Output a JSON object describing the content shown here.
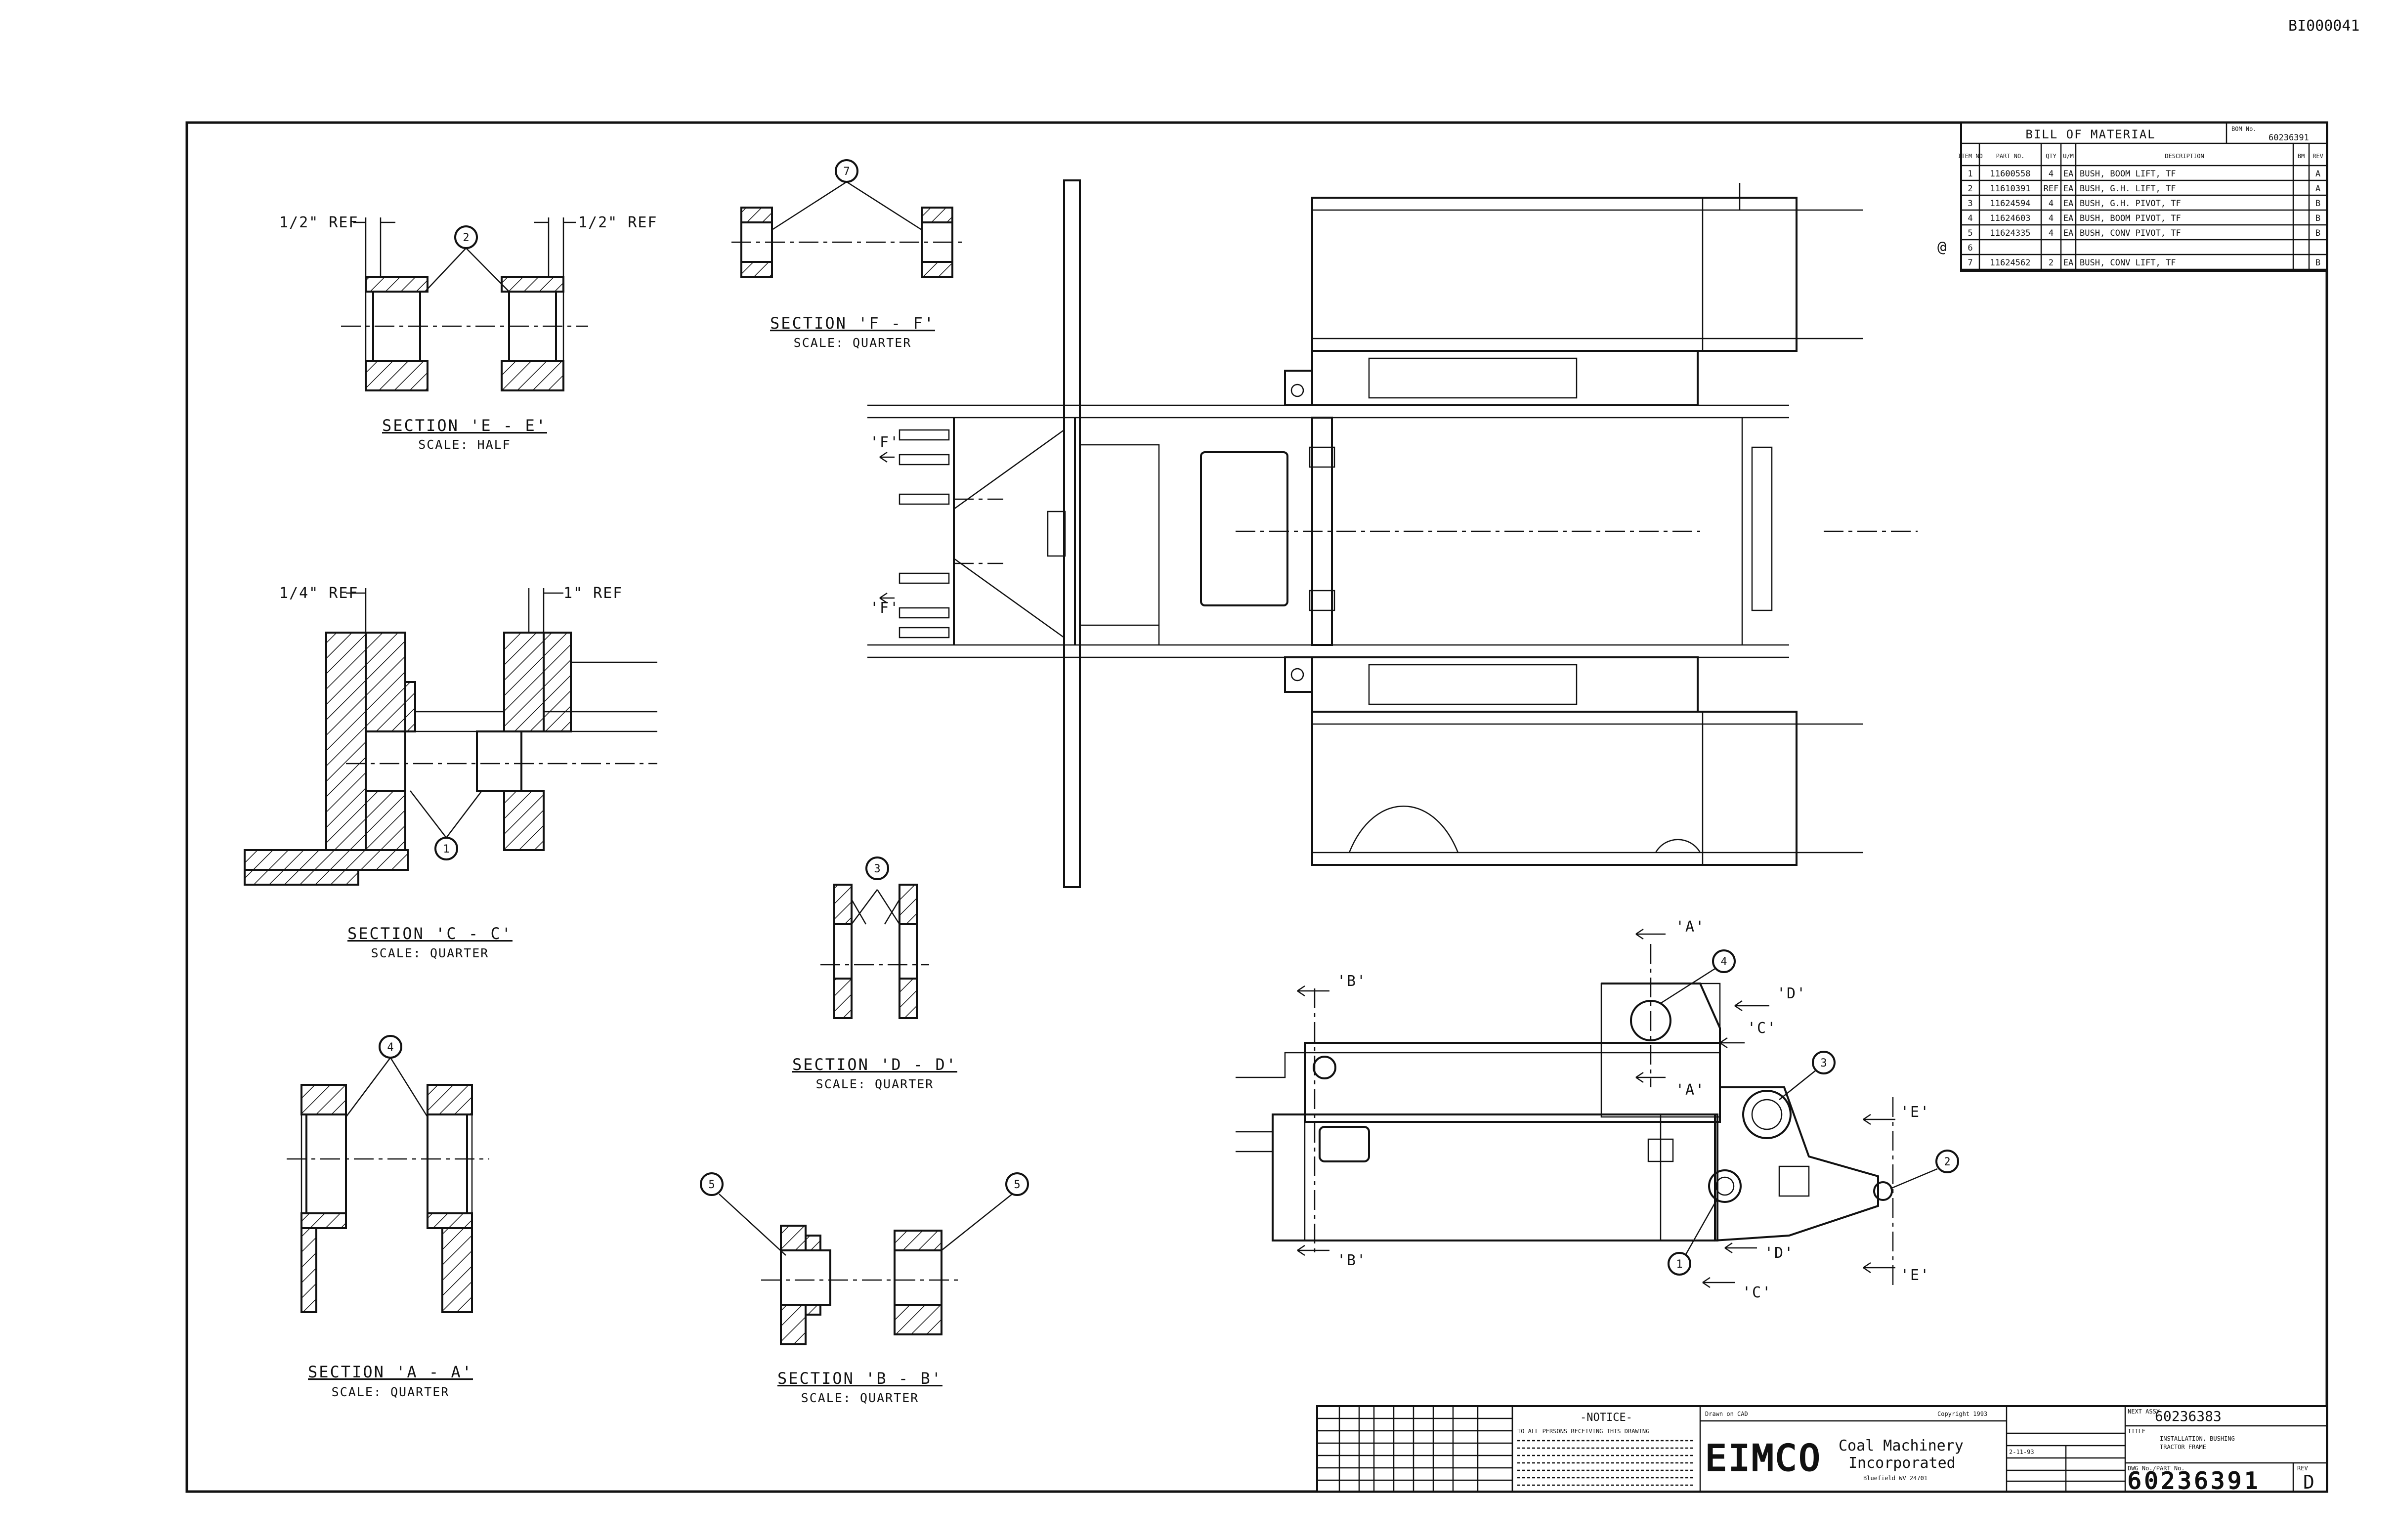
{
  "doc_id": "BI000041",
  "sections": {
    "ee": {
      "title": "SECTION 'E - E'",
      "scale": "SCALE: HALF",
      "ref_left": "1/2\" REF",
      "ref_right": "1/2\" REF",
      "balloon": "2"
    },
    "ff": {
      "title": "SECTION 'F - F'",
      "scale": "SCALE: QUARTER",
      "balloon": "7"
    },
    "cc": {
      "title": "SECTION 'C - C'",
      "scale": "SCALE: QUARTER",
      "ref_left": "1/4\" REF",
      "ref_right": "1\" REF",
      "balloon": "1"
    },
    "dd": {
      "title": "SECTION 'D - D'",
      "scale": "SCALE: QUARTER",
      "balloon": "3"
    },
    "aa": {
      "title": "SECTION 'A - A'",
      "scale": "SCALE: QUARTER",
      "balloon": "4"
    },
    "bb": {
      "title": "SECTION 'B - B'",
      "scale": "SCALE: QUARTER",
      "balloon_left": "5",
      "balloon_right": "5"
    }
  },
  "plan": {
    "cut_f_top": "'F'",
    "cut_f_bottom": "'F'"
  },
  "side_view": {
    "cut_a_top": "'A'",
    "cut_a_bottom": "'A'",
    "cut_b_top": "'B'",
    "cut_b_bottom": "'B'",
    "cut_c_top": "'C'",
    "cut_c_bottom": "'C'",
    "cut_d_top": "'D'",
    "cut_d_bottom": "'D'",
    "cut_e_top": "'E'",
    "cut_e_bottom": "'E'",
    "balloons": [
      "4",
      "3",
      "2",
      "1"
    ]
  },
  "bom": {
    "title": "BILL OF MATERIAL",
    "ref_label": "BOM No.",
    "ref_no": "60236391",
    "headers": [
      "ITEM NO",
      "PART NO.",
      "QTY",
      "U/M",
      "DESCRIPTION",
      "BM",
      "REV"
    ],
    "rows": [
      [
        "1",
        "11600558",
        "4",
        "EA",
        "BUSH, BOOM LIFT, TF",
        "",
        "A"
      ],
      [
        "2",
        "11610391",
        "REF",
        "EA",
        "BUSH, G.H. LIFT, TF",
        "",
        "A"
      ],
      [
        "3",
        "11624594",
        "4",
        "EA",
        "BUSH, G.H. PIVOT, TF",
        "",
        "B"
      ],
      [
        "4",
        "11624603",
        "4",
        "EA",
        "BUSH, BOOM PIVOT, TF",
        "",
        "B"
      ],
      [
        "5",
        "11624335",
        "4",
        "EA",
        "BUSH, CONV PIVOT, TF",
        "",
        "B"
      ],
      [
        "6",
        "",
        "",
        "",
        "",
        "",
        ""
      ],
      [
        "7",
        "11624562",
        "2",
        "EA",
        "BUSH, CONV LIFT, TF",
        "",
        "B"
      ]
    ],
    "note_symbol": "@"
  },
  "title_block": {
    "notice_title": "-NOTICE-",
    "notice_text": "TO ALL PERSONS RECEIVING THIS DRAWING",
    "drawn_on": "Drawn on CAD",
    "copyright": "Copyright 1993",
    "company_logo": "EIMCO",
    "company_name_1": "Coal Machinery",
    "company_name_2": "Incorporated",
    "company_city": "Bluefield WV 24701",
    "date": "2-11-93",
    "next_assy_label": "NEXT ASSY",
    "next_assy": "60236383",
    "title_label": "TITLE",
    "title_line_1": "INSTALLATION, BUSHING",
    "title_line_2": "TRACTOR FRAME",
    "dwg_no_label": "DWG No./PART No.",
    "dwg_no": "60236391",
    "rev_label": "REV",
    "rev": "D"
  }
}
